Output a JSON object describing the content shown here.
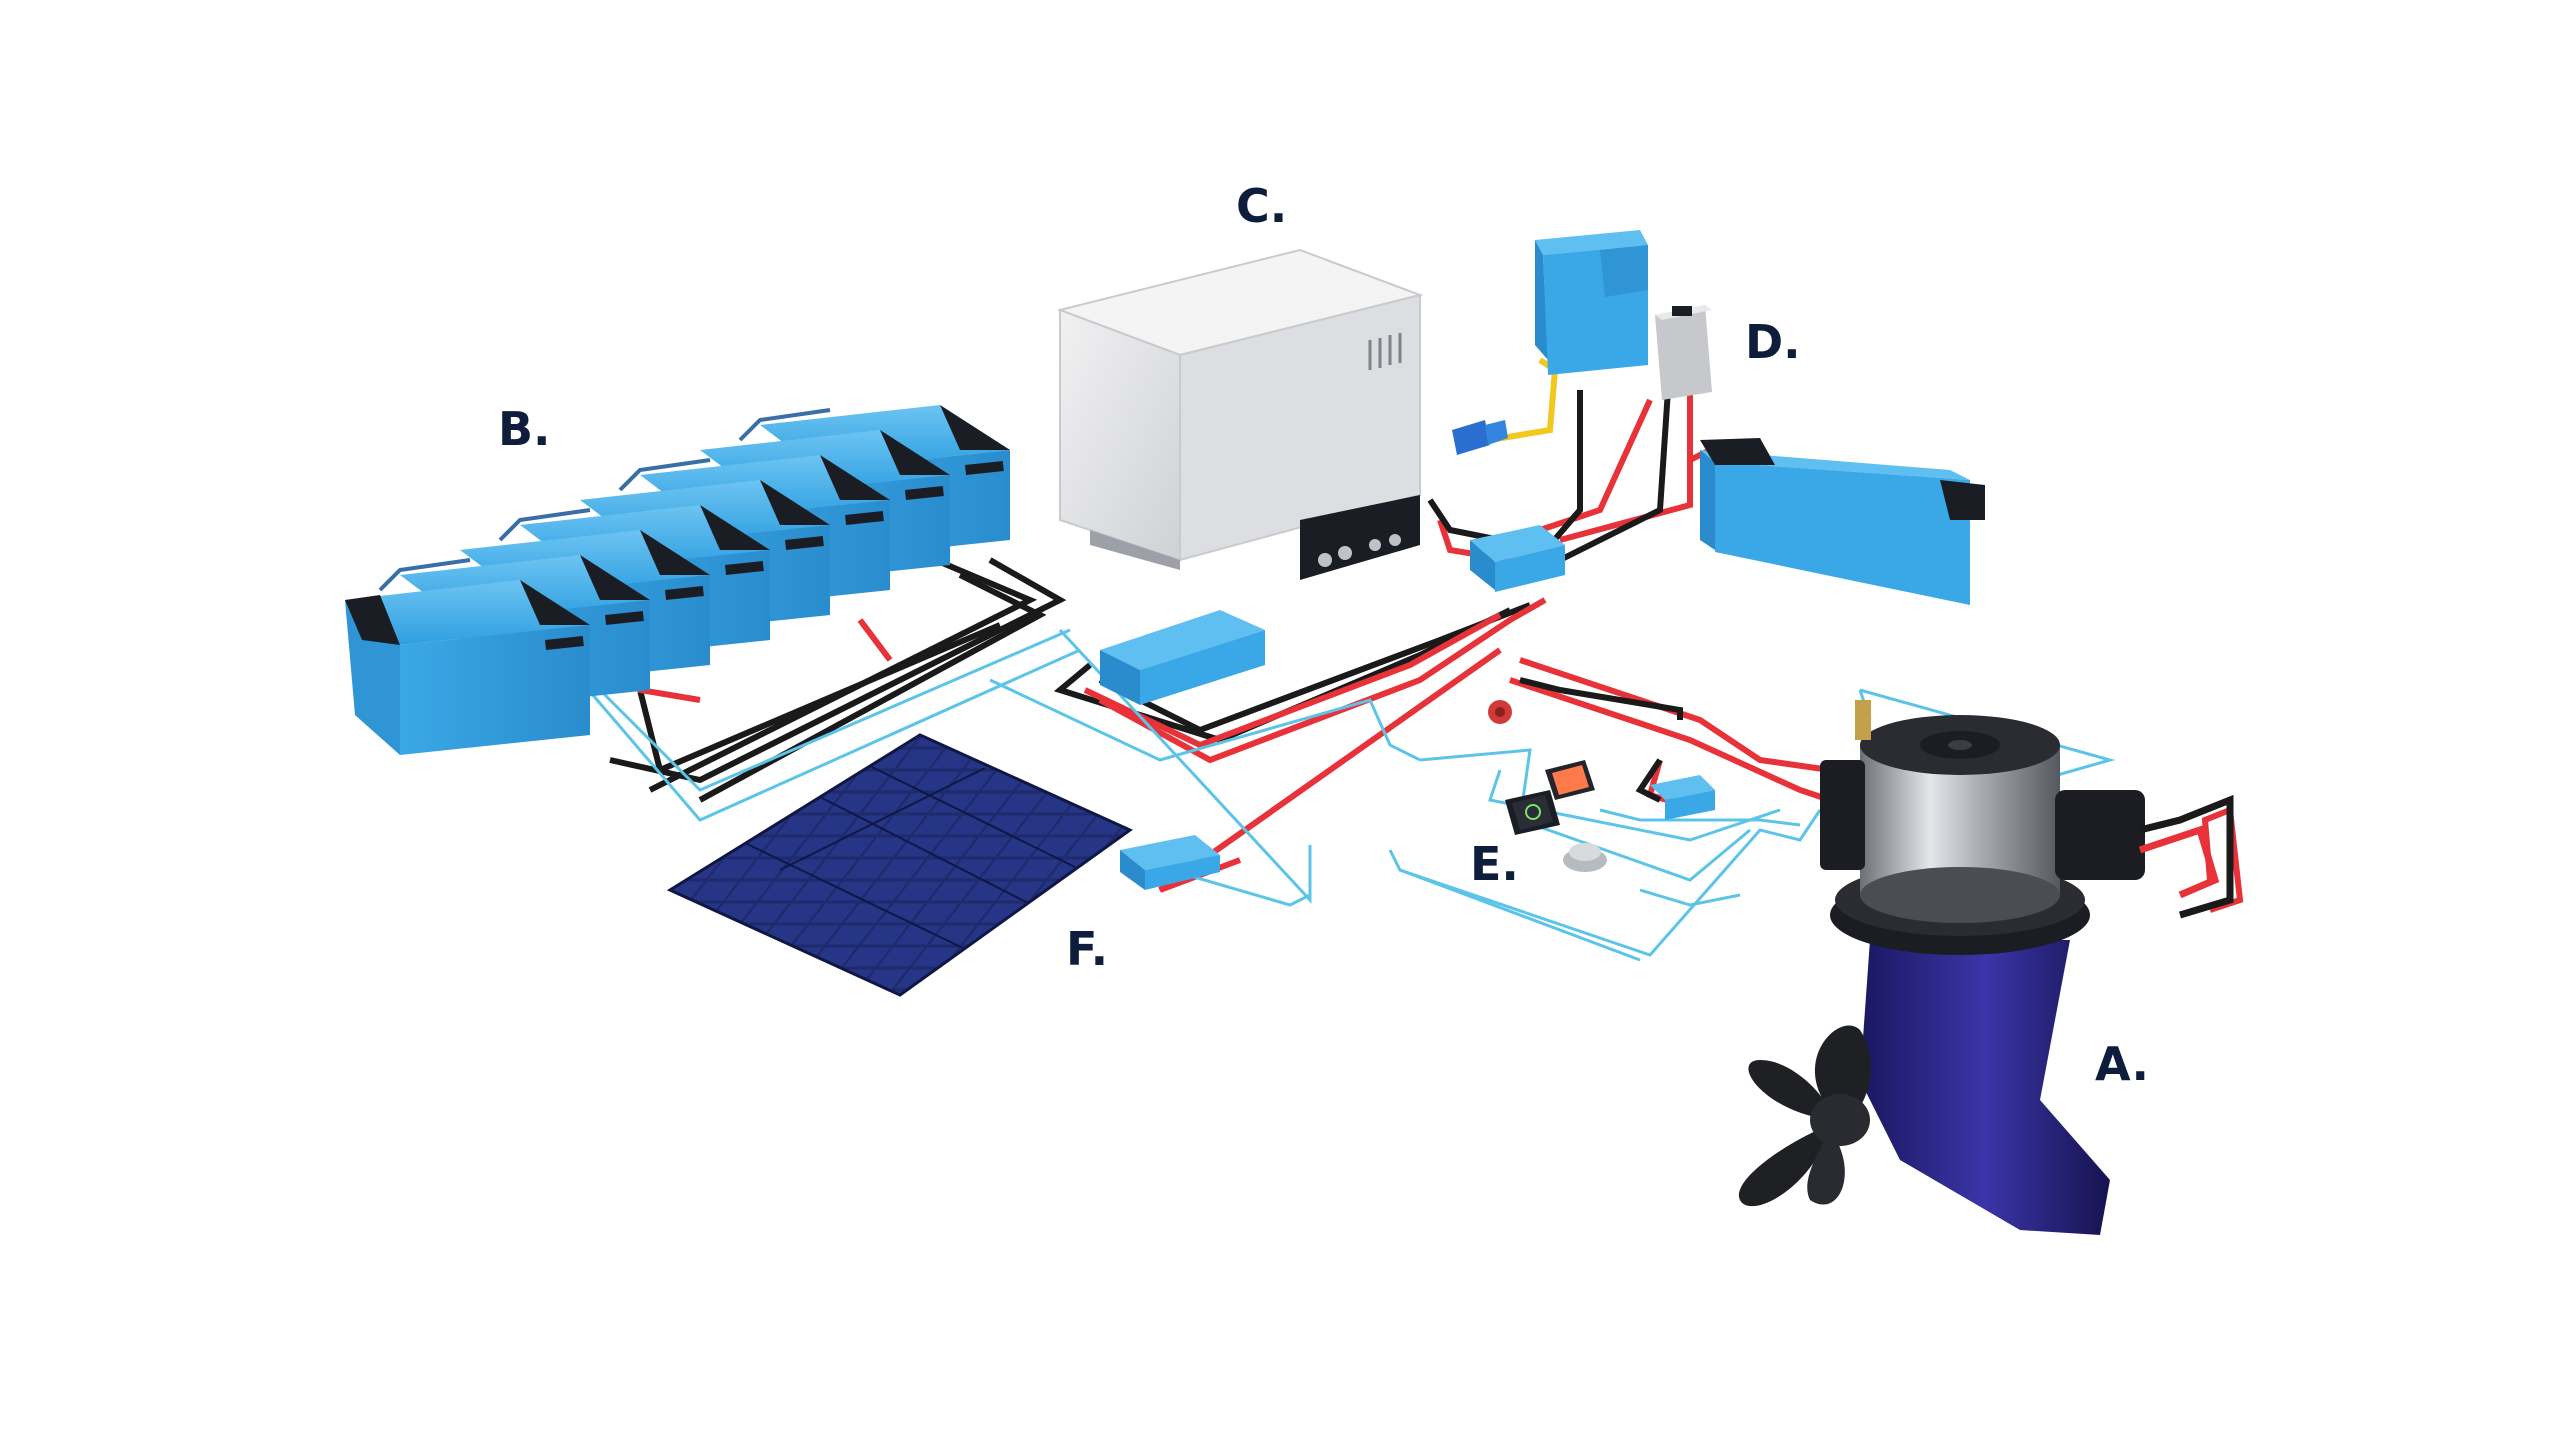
{
  "labels": {
    "a": "A.",
    "b": "B.",
    "c": "C.",
    "d": "D.",
    "e": "E.",
    "f": "F."
  },
  "colors": {
    "battery_blue": "#3aa8e6",
    "battery_cap": "#1b1d24",
    "cable_red": "#e8323a",
    "cable_black": "#1a1a1a",
    "data_cable": "#5cc4e8",
    "generator": "#e2e3e5",
    "solar_panel": "#1d2660",
    "motor_leg": "#25217a",
    "motor_body": "#b9bcc2",
    "label_text": "#0f1d3d"
  }
}
